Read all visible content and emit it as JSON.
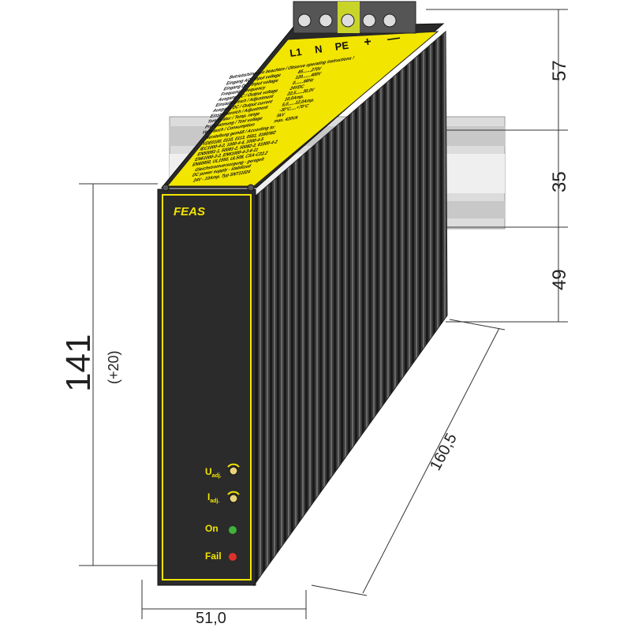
{
  "dimensions": {
    "height": "141",
    "height_extra": "(+20)",
    "width": "51,0",
    "depth": "160,5",
    "top_segment": "57",
    "middle_segment": "35",
    "bottom_segment": "49"
  },
  "brand": "FEAS",
  "terminals": [
    "L1",
    "N",
    "PE",
    "+",
    "—"
  ],
  "label": {
    "header": "Betriebshinweise beachten / Observe operating instructions !",
    "rows": [
      {
        "name": "Eingang AC / Input voltage",
        "value": "85.......270V"
      },
      {
        "name": "Eingang DC / Input voltage",
        "value": "120.......400V"
      },
      {
        "name": "Frequenz / Frequency",
        "value": "0.......66Hz"
      },
      {
        "name": "Ausgang DC / Output voltage",
        "value": "24VDC"
      },
      {
        "name": "Einstellbereich / Adjustment",
        "value": "22,5......30,0V"
      },
      {
        "name": "Ausgang DC / Output current",
        "value": "10,0Amp."
      },
      {
        "name": "Einstellbereich / Adjustment",
        "value": "5,0......12,0Amp."
      },
      {
        "name": "Temperatur / Temp. range",
        "value": "-30°C.....+70°C"
      },
      {
        "name": "Prüfspannung / Test voltage",
        "value": "5kV"
      },
      {
        "name": "Verbrauch / Consumption",
        "value": "max. 420VA"
      }
    ],
    "standards_title": "Herstellung gemäß / According to:",
    "standards": [
      "VDE0100, 0110, 0113, 0551, 0160/W2",
      "IEC1000-4-2, 1000-4-4, 1000-4-5",
      "EN50081-1, 50081-2, 50082-2, 61000-4-2",
      "EN61000-3-2, EN61000-4-3-6-11",
      "EN60950, UL1950, UL508, CSA-C22.2"
    ],
    "description": [
      "Gleichstromversorgung - geregelt",
      "DC power supply - stabilized"
    ],
    "type_line": "24V - 10Amp. Typ SNT11024"
  },
  "front_panel": {
    "u_adj": {
      "main": "U",
      "sub": "adj."
    },
    "i_adj": {
      "main": "I",
      "sub": "adj."
    },
    "on": "On",
    "fail": "Fail"
  },
  "colors": {
    "label_yellow": "#f2e500",
    "housing": "#2b2b2b",
    "led_on": "#3fb23a",
    "led_fail": "#e0302a"
  }
}
